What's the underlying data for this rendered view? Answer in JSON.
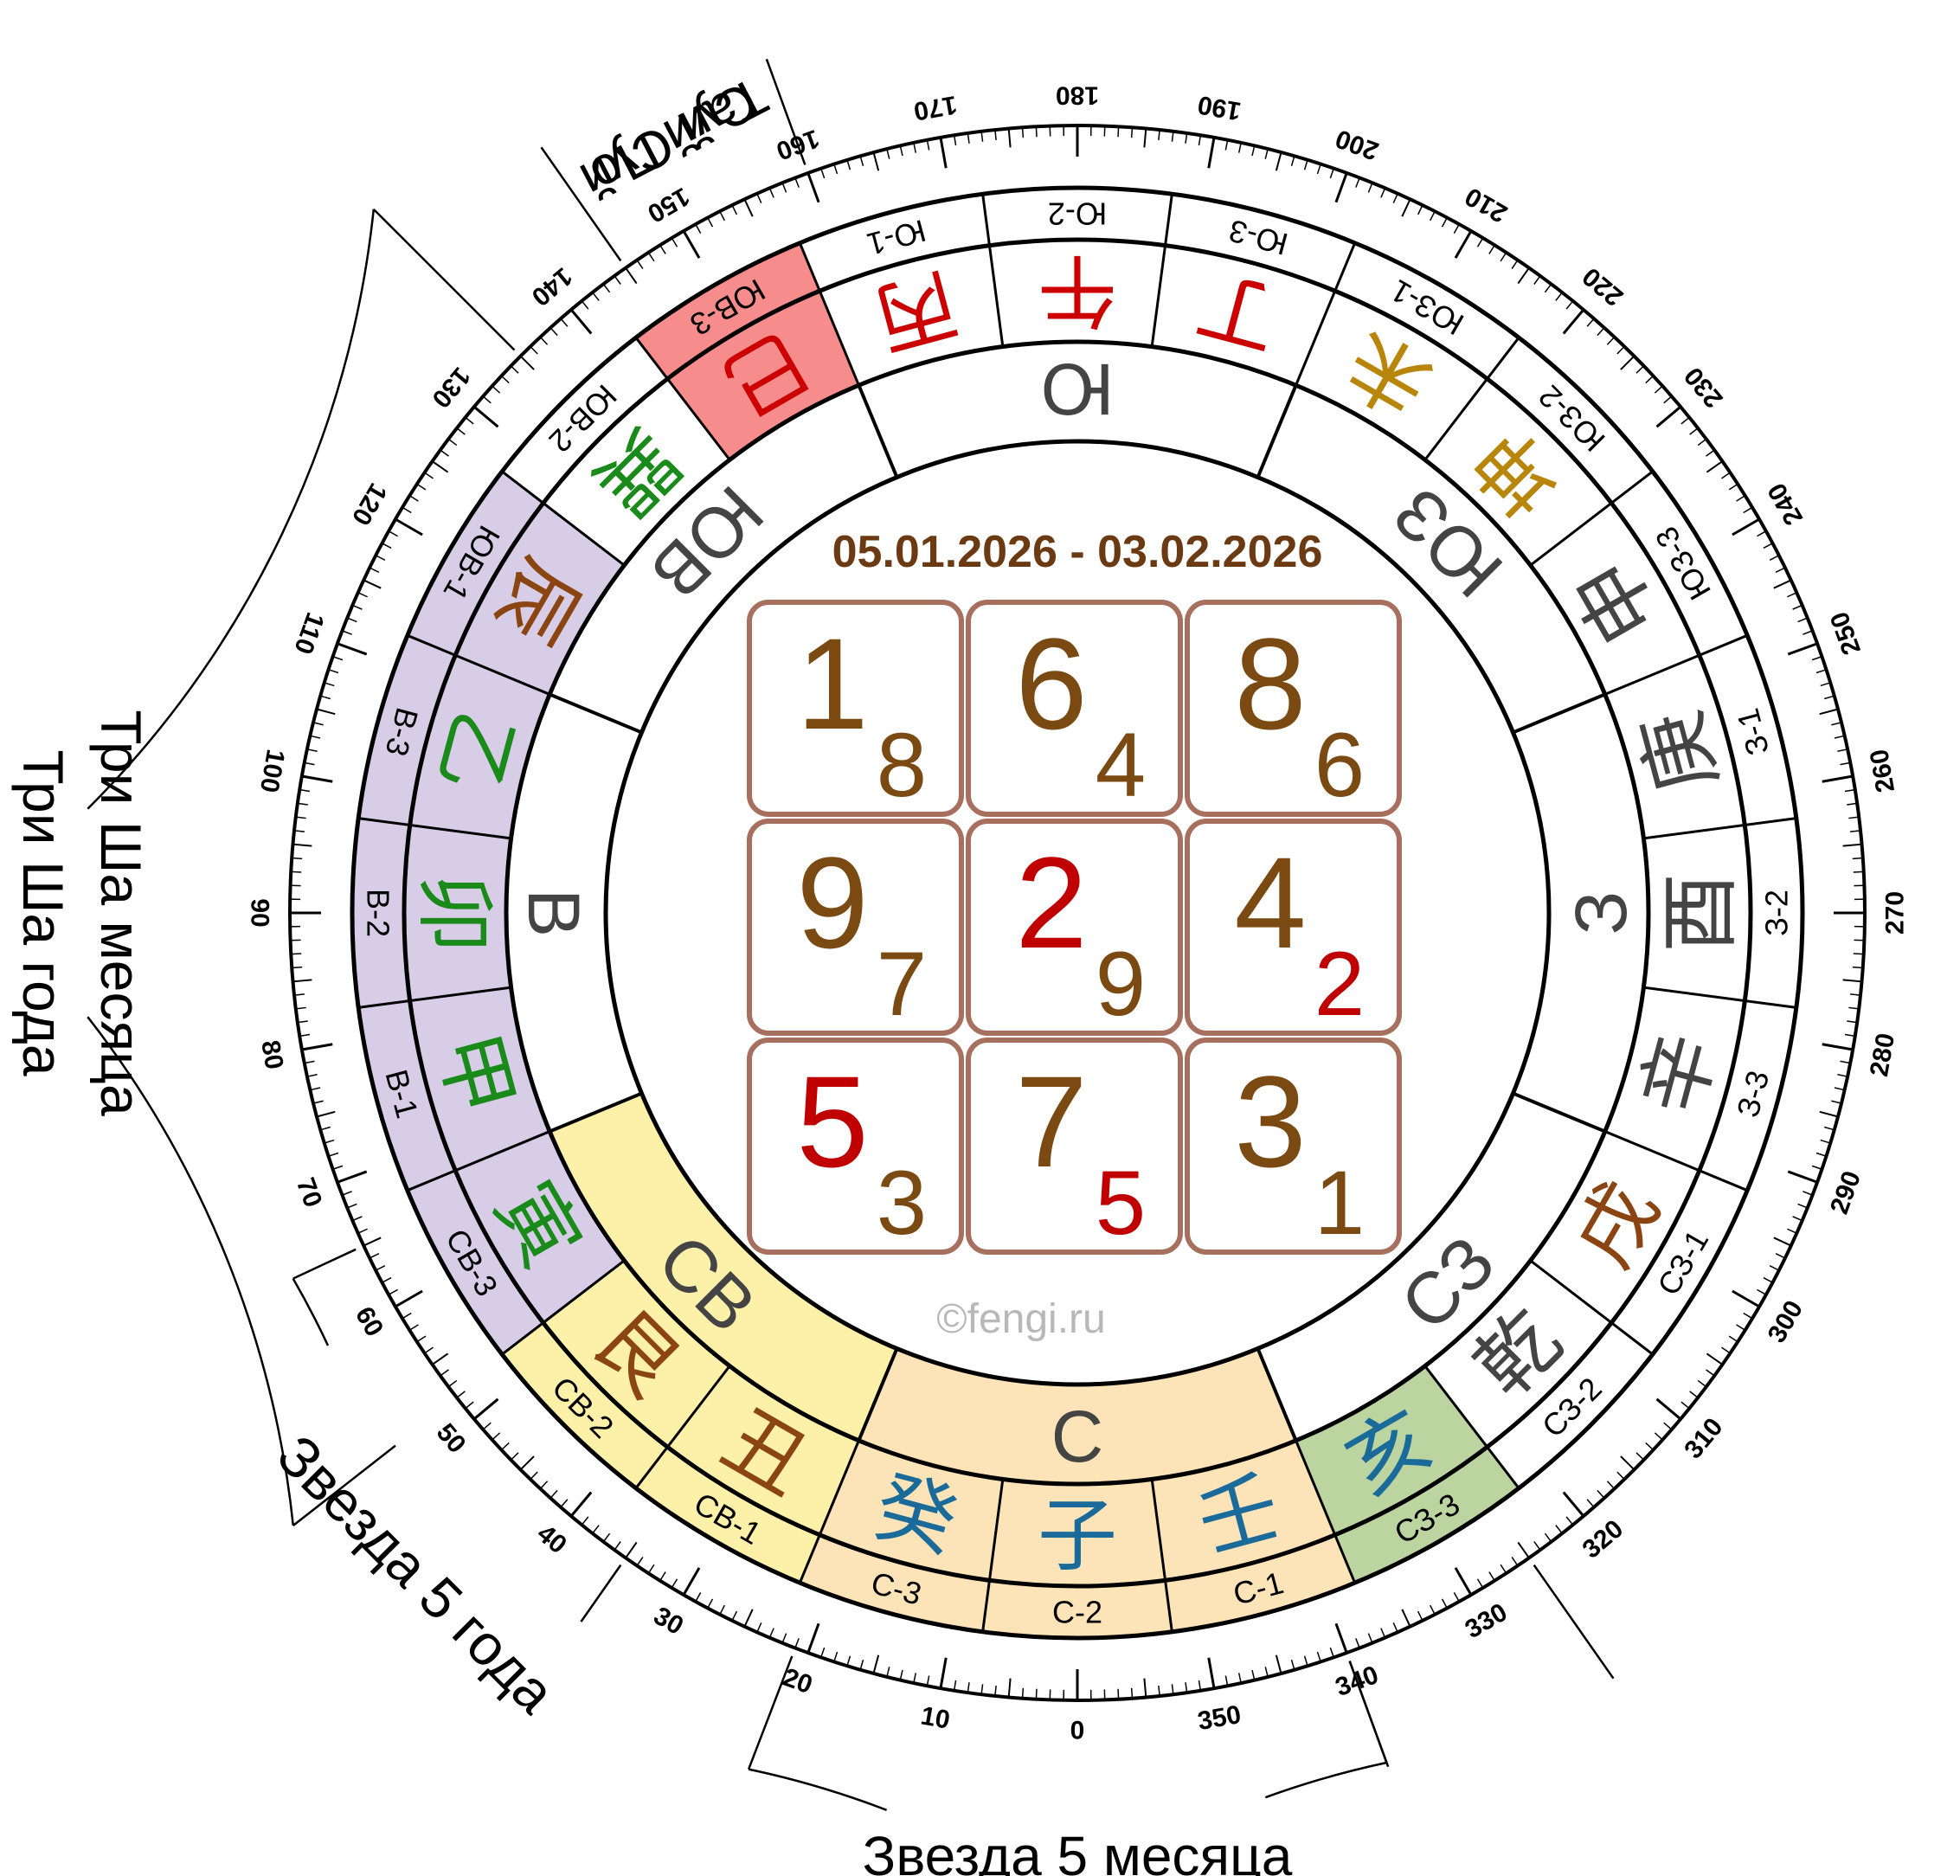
{
  "date_range": "05.01.2026 - 03.02.2026",
  "watermark": "©fengi.ru",
  "outer_labels": {
    "tai_sui": "Тай Суй",
    "sui_po": "Суй По",
    "three_sha_year": "Три Ша года",
    "three_sha_month": "Три Ша месяца",
    "star5_year": "Звезда 5 года",
    "star5_month": "Звезда 5 месяца"
  },
  "degree_labels": [
    "0",
    "10",
    "20",
    "30",
    "40",
    "50",
    "60",
    "70",
    "80",
    "90",
    "100",
    "110",
    "120",
    "130",
    "140",
    "150",
    "160",
    "170",
    "180",
    "190",
    "200",
    "210",
    "220",
    "230",
    "240",
    "250",
    "260",
    "270",
    "280",
    "290",
    "300",
    "310",
    "320",
    "330",
    "340",
    "350"
  ],
  "directions": [
    {
      "label": "С",
      "fill": "#fde4b8"
    },
    {
      "label": "СВ",
      "fill": "#fdf0a8"
    },
    {
      "label": "В",
      "fill": "#ffffff"
    },
    {
      "label": "ЮВ",
      "fill": "#ffffff"
    },
    {
      "label": "Ю",
      "fill": "#ffffff"
    },
    {
      "label": "ЮЗ",
      "fill": "#ffffff"
    },
    {
      "label": "З",
      "fill": "#ffffff"
    },
    {
      "label": "СЗ",
      "fill": "#ffffff"
    }
  ],
  "mountains": [
    {
      "char": "子",
      "code": "С-2",
      "color": "#1a6b9a",
      "fill": "#fde4b8"
    },
    {
      "char": "癸",
      "code": "С-3",
      "color": "#1a6b9a",
      "fill": "#fde4b8"
    },
    {
      "char": "丑",
      "code": "СВ-1",
      "color": "#8b4513",
      "fill": "#fdf0a8"
    },
    {
      "char": "艮",
      "code": "СВ-2",
      "color": "#8b4513",
      "fill": "#fdf0a8"
    },
    {
      "char": "寅",
      "code": "СВ-3",
      "color": "#1a8a1a",
      "fill": "#d7cde6"
    },
    {
      "char": "甲",
      "code": "В-1",
      "color": "#1a8a1a",
      "fill": "#d7cde6"
    },
    {
      "char": "卯",
      "code": "В-2",
      "color": "#1a8a1a",
      "fill": "#d7cde6"
    },
    {
      "char": "乙",
      "code": "В-3",
      "color": "#1a8a1a",
      "fill": "#d7cde6"
    },
    {
      "char": "辰",
      "code": "ЮВ-1",
      "color": "#8b4513",
      "fill": "#d7cde6"
    },
    {
      "char": "巽",
      "code": "ЮВ-2",
      "color": "#1a8a1a",
      "fill": "#ffffff"
    },
    {
      "char": "巳",
      "code": "ЮВ-3",
      "color": "#cc0000",
      "fill": "#f78c8c"
    },
    {
      "char": "丙",
      "code": "Ю-1",
      "color": "#cc0000",
      "fill": "#ffffff"
    },
    {
      "char": "午",
      "code": "Ю-2",
      "color": "#cc0000",
      "fill": "#ffffff"
    },
    {
      "char": "丁",
      "code": "Ю-3",
      "color": "#cc0000",
      "fill": "#ffffff"
    },
    {
      "char": "未",
      "code": "ЮЗ-1",
      "color": "#b8860b",
      "fill": "#ffffff"
    },
    {
      "char": "坤",
      "code": "ЮЗ-2",
      "color": "#b8860b",
      "fill": "#ffffff"
    },
    {
      "char": "申",
      "code": "ЮЗ-3",
      "color": "#444444",
      "fill": "#ffffff"
    },
    {
      "char": "庚",
      "code": "З-1",
      "color": "#444444",
      "fill": "#ffffff"
    },
    {
      "char": "酉",
      "code": "З-2",
      "color": "#444444",
      "fill": "#ffffff"
    },
    {
      "char": "辛",
      "code": "З-3",
      "color": "#444444",
      "fill": "#ffffff"
    },
    {
      "char": "戌",
      "code": "СЗ-1",
      "color": "#8b4513",
      "fill": "#ffffff"
    },
    {
      "char": "乾",
      "code": "СЗ-2",
      "color": "#444444",
      "fill": "#ffffff"
    },
    {
      "char": "亥",
      "code": "СЗ-3",
      "color": "#1a6b9a",
      "fill": "#bcd4a0"
    },
    {
      "char": "壬",
      "code": "С-1",
      "color": "#1a6b9a",
      "fill": "#fde4b8"
    }
  ],
  "grid": [
    {
      "big": "1",
      "small": "8",
      "big_color": "#7a4a12",
      "small_color": "#7a4a12"
    },
    {
      "big": "6",
      "small": "4",
      "big_color": "#7a4a12",
      "small_color": "#7a4a12"
    },
    {
      "big": "8",
      "small": "6",
      "big_color": "#7a4a12",
      "small_color": "#7a4a12"
    },
    {
      "big": "9",
      "small": "7",
      "big_color": "#7a4a12",
      "small_color": "#7a4a12"
    },
    {
      "big": "2",
      "small": "9",
      "big_color": "#c00000",
      "small_color": "#7a4a12"
    },
    {
      "big": "4",
      "small": "2",
      "big_color": "#7a4a12",
      "small_color": "#c00000"
    },
    {
      "big": "5",
      "small": "3",
      "big_color": "#c00000",
      "small_color": "#7a4a12"
    },
    {
      "big": "7",
      "small": "5",
      "big_color": "#7a4a12",
      "small_color": "#c00000"
    },
    {
      "big": "3",
      "small": "1",
      "big_color": "#7a4a12",
      "small_color": "#7a4a12"
    }
  ],
  "colors": {
    "date": "#6b3a12",
    "grid_border": "#a66f5e",
    "line": "#000000",
    "direction_text": "#444444",
    "watermark": "#b8b8b8"
  }
}
